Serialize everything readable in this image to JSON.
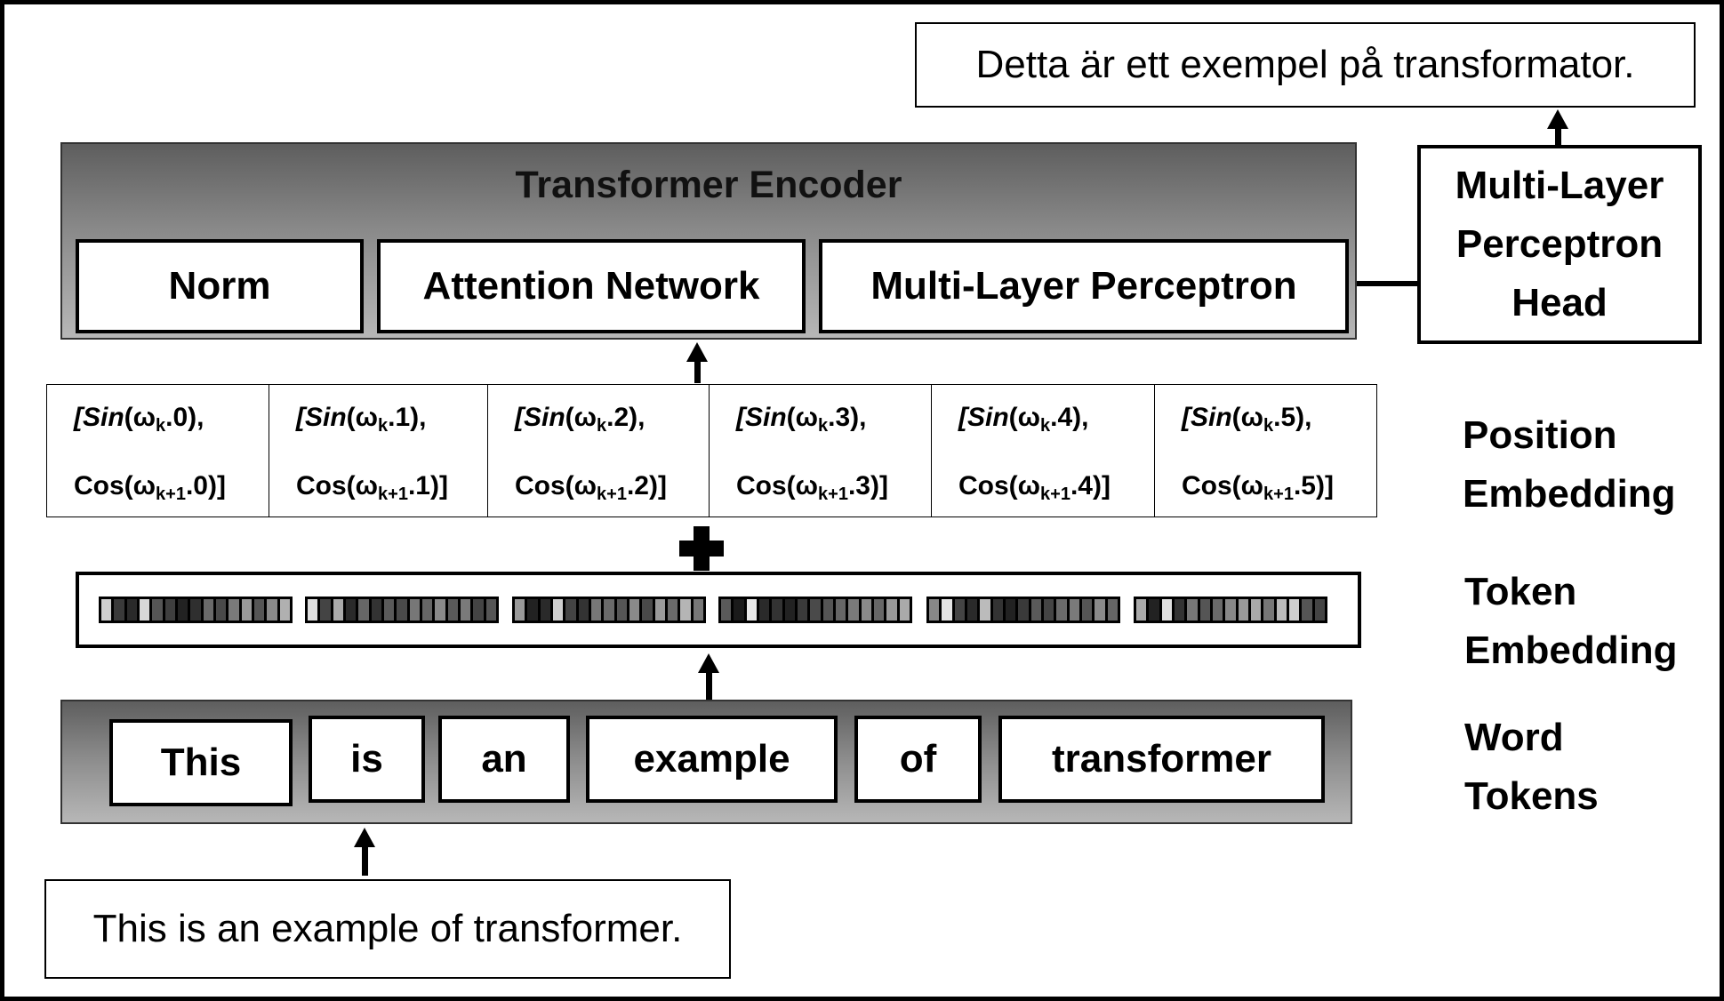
{
  "output_sentence": "Detta är ett exempel på transformator.",
  "input_sentence": "This is an example of transformer.",
  "encoder": {
    "title": "Transformer Encoder",
    "blocks": [
      "Norm",
      "Attention Network",
      "Multi-Layer Perceptron"
    ]
  },
  "mlp_head": {
    "lines": [
      "Multi-Layer",
      "Perceptron",
      "Head"
    ]
  },
  "position_embedding": {
    "label_lines": [
      "Position",
      "Embedding"
    ],
    "cells": [
      {
        "sin_pre": "[",
        "sin_fn": "Sin",
        "sin_open": "(ω",
        "sin_sub": "k",
        "sin_arg": ".0),",
        "cos_pre": "Cos(ω",
        "cos_sub": "k+1",
        "cos_arg": ".0)]"
      },
      {
        "sin_pre": "[",
        "sin_fn": "Sin",
        "sin_open": "(ω",
        "sin_sub": "k",
        "sin_arg": ".1),",
        "cos_pre": "Cos(ω",
        "cos_sub": "k+1",
        "cos_arg": ".1)]"
      },
      {
        "sin_pre": "[",
        "sin_fn": "Sin",
        "sin_open": "(ω",
        "sin_sub": "k",
        "sin_arg": ".2),",
        "cos_pre": "Cos(ω",
        "cos_sub": "k+1",
        "cos_arg": ".2)]"
      },
      {
        "sin_pre": "[",
        "sin_fn": "Sin",
        "sin_open": "(ω",
        "sin_sub": "k",
        "sin_arg": ".3),",
        "cos_pre": "Cos(ω",
        "cos_sub": "k+1",
        "cos_arg": ".3)]"
      },
      {
        "sin_pre": "[",
        "sin_fn": "Sin",
        "sin_open": "(ω",
        "sin_sub": "k",
        "sin_arg": ".4),",
        "cos_pre": "Cos(ω",
        "cos_sub": "k+1",
        "cos_arg": ".4)]"
      },
      {
        "sin_pre": "[",
        "sin_fn": "Sin",
        "sin_open": "(ω",
        "sin_sub": "k",
        "sin_arg": ".5),",
        "cos_pre": "Cos(ω",
        "cos_sub": "k+1",
        "cos_arg": ".5)]"
      }
    ]
  },
  "plus_sign": "+",
  "token_embedding": {
    "label_lines": [
      "Token",
      "Embedding"
    ],
    "vectors": [
      [
        "#cfcfcf",
        "#3a3a3a",
        "#2a2a2a",
        "#d8d8d8",
        "#555555",
        "#3f3f3f",
        "#222222",
        "#2f2f2f",
        "#6a6a6a",
        "#4a4a4a",
        "#7a7a7a",
        "#9a9a9a",
        "#555555",
        "#8a8a8a",
        "#b0b0b0"
      ],
      [
        "#e0e0e0",
        "#444444",
        "#aaaaaa",
        "#2a2a2a",
        "#666666",
        "#333333",
        "#5a5a5a",
        "#4a4a4a",
        "#777777",
        "#666666",
        "#8a8a8a",
        "#5a5a5a",
        "#7a7a7a",
        "#444444",
        "#555555"
      ],
      [
        "#9a9a9a",
        "#222222",
        "#2a2a2a",
        "#cfcfcf",
        "#444444",
        "#333333",
        "#777777",
        "#6a6a6a",
        "#555555",
        "#8a8a8a",
        "#4a4a4a",
        "#9a9a9a",
        "#6a6a6a",
        "#b5b5b5",
        "#777777"
      ],
      [
        "#5a5a5a",
        "#1a1a1a",
        "#e8e8e8",
        "#2a2a2a",
        "#333333",
        "#222222",
        "#3a3a3a",
        "#4a4a4a",
        "#555555",
        "#666666",
        "#7a7a7a",
        "#8a8a8a",
        "#666666",
        "#999999",
        "#aaaaaa"
      ],
      [
        "#888888",
        "#e5e5e5",
        "#444444",
        "#2a2a2a",
        "#bbbbbb",
        "#333333",
        "#222222",
        "#3a3a3a",
        "#5a5a5a",
        "#444444",
        "#6a6a6a",
        "#7a7a7a",
        "#555555",
        "#8a8a8a",
        "#666666"
      ],
      [
        "#aaaaaa",
        "#222222",
        "#e0e0e0",
        "#333333",
        "#777777",
        "#555555",
        "#6a6a6a",
        "#888888",
        "#999999",
        "#aaaaaa",
        "#777777",
        "#bbbbbb",
        "#cfcfcf",
        "#555555",
        "#444444"
      ]
    ]
  },
  "word_tokens": {
    "label_lines": [
      "Word",
      "Tokens"
    ],
    "tokens": [
      "This",
      "is",
      "an",
      "example",
      "of",
      "transformer"
    ]
  }
}
